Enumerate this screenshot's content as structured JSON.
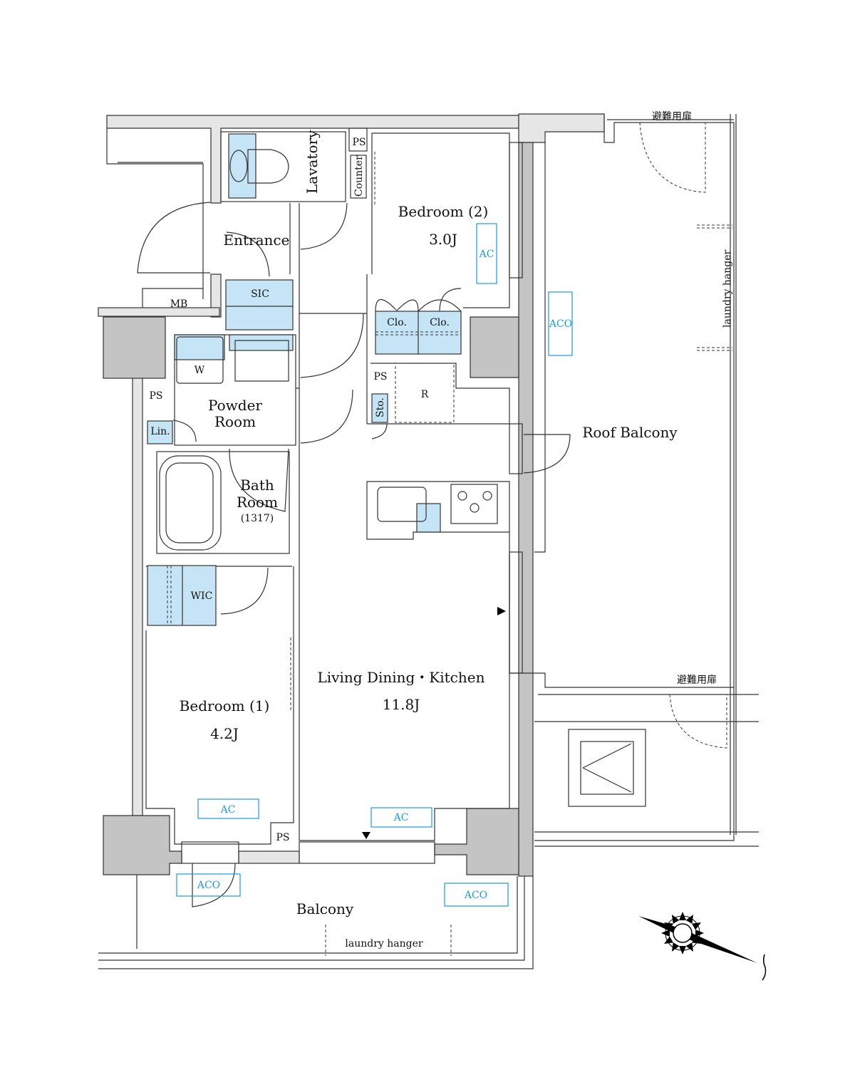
{
  "plan": {
    "rooms": {
      "lavatory": "Lavatory",
      "ps_top": "PS",
      "counter": "Counter",
      "bedroom2": "Bedroom (2)",
      "bedroom2_size": "3.0J",
      "entrance": "Entrance",
      "sic": "SIC",
      "mb": "MB",
      "clo1": "Clo.",
      "clo2": "Clo.",
      "ps_kitchen": "PS",
      "r": "R",
      "sto": "Sto.",
      "w": "W",
      "ps_left": "PS",
      "powder_line1": "Powder",
      "powder_line2": "Room",
      "lin": "Lin.",
      "bath_line1": "Bath",
      "bath_line2": "Room",
      "bath_size": "(1317)",
      "wic": "WIC",
      "ldk": "Living Dining・Kitchen",
      "ldk_size": "11.8J",
      "bedroom1": "Bedroom (1)",
      "bedroom1_size": "4.2J",
      "ps_bottom": "PS",
      "balcony": "Balcony",
      "balcony_hanger": "laundry hanger",
      "roof_balcony": "Roof Balcony",
      "roof_hanger": "laundry hanger",
      "exit_door_top": "避難用扉",
      "exit_door_bottom": "避難用扉"
    },
    "equipment": {
      "ac_bedroom2": "AC",
      "ac_bedroom1": "AC",
      "ac_ldk": "AC",
      "aco_roof": "ACO",
      "aco_balcony_left": "ACO",
      "aco_balcony_right": "ACO"
    },
    "colors": {
      "fixture_blue": "#c5e5f7",
      "ac_blue": "#1a9ae0",
      "wall_gray": "#c4c4c4"
    }
  }
}
